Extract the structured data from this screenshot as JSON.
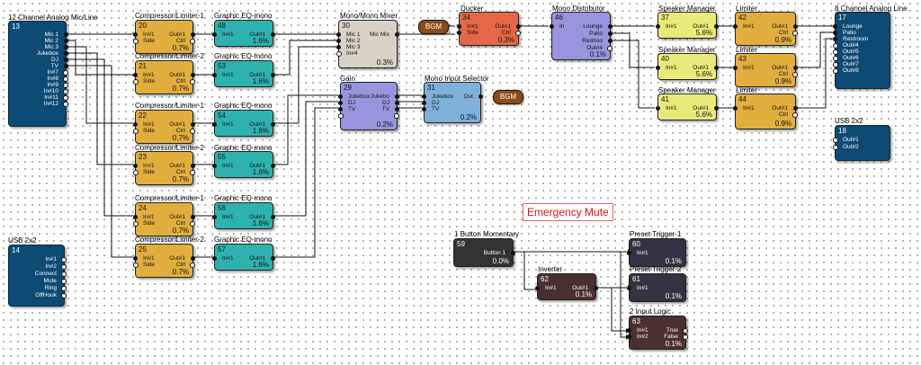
{
  "colors": {
    "analog": "#0d4a74",
    "comp": "#e1ad3c",
    "eq": "#2eb2b0",
    "mixer": "#d8d2c6",
    "ducker": "#e46848",
    "distributor": "#9a93dd",
    "speaker": "#eaea7a",
    "gain": "#9a93dd",
    "selector": "#7fb0dc",
    "usb": "#0d4a74",
    "button": "#333333",
    "logic": "#4a3030",
    "preset": "#333344",
    "bgm": "#8b4c1b",
    "emergency": "#e01010"
  },
  "blocks": {
    "analog_in": {
      "title": "12 Channel Analog Mic/Line",
      "num": "13",
      "outputs": [
        "Mic 1",
        "Mic 2",
        "Mic 3",
        "Jukebox",
        "DJ",
        "TV",
        "In#7",
        "In#8",
        "In#9",
        "In#10",
        "In#11",
        "In#12"
      ]
    },
    "usb_top": {
      "title": "USB 2x2",
      "num": "18",
      "outputs": [
        "Out#1",
        "Out#2"
      ]
    },
    "usb_bot": {
      "title": "USB 2x2",
      "num": "14",
      "outputs": [
        "In#1",
        "In#2",
        "Connect",
        "Mute",
        "Ring",
        "OffHook"
      ]
    },
    "comp1": {
      "title": "Compressor/Limiter-1",
      "num": "20",
      "in": [
        "In#1",
        "Side"
      ],
      "out": [
        "Out#1",
        "Ctrl"
      ],
      "val": "0.7%"
    },
    "comp2": {
      "title": "Compressor/Limiter-2",
      "num": "21",
      "in": [
        "In#1",
        "Side"
      ],
      "out": [
        "Out#1",
        "Ctrl"
      ],
      "val": "0.7%"
    },
    "comp3": {
      "title": "Compressor/Limiter-1",
      "num": "22",
      "in": [
        "In#1",
        "Side"
      ],
      "out": [
        "Out#1",
        "Ctrl"
      ],
      "val": "0.7%"
    },
    "comp4": {
      "title": "Compressor/Limiter-2",
      "num": "23",
      "in": [
        "In#1",
        "Side"
      ],
      "out": [
        "Out#1",
        "Ctrl"
      ],
      "val": "0.7%"
    },
    "comp5": {
      "title": "Compressor/Limiter-1",
      "num": "24",
      "in": [
        "In#1",
        "Side"
      ],
      "out": [
        "Out#1",
        "Ctrl"
      ],
      "val": "0.7%"
    },
    "comp6": {
      "title": "Compressor/Limiter-2",
      "num": "25",
      "in": [
        "In#1",
        "Side"
      ],
      "out": [
        "Out#1",
        "Ctrl"
      ],
      "val": "0.7%"
    },
    "eq1": {
      "title": "Graphic EQ-mono",
      "num": "48",
      "in": "In#1",
      "out": "Out#1",
      "val": "1.6%"
    },
    "eq2": {
      "title": "Graphic EQ-mono",
      "num": "53",
      "in": "In#1",
      "out": "Out#1",
      "val": "1.6%"
    },
    "eq3": {
      "title": "Graphic EQ-mono",
      "num": "54",
      "in": "In#1",
      "out": "Out#1",
      "val": "1.6%"
    },
    "eq4": {
      "title": "Graphic EQ-mono",
      "num": "55",
      "in": "In#1",
      "out": "Out#1",
      "val": "1.6%"
    },
    "eq5": {
      "title": "Graphic EQ-mono",
      "num": "56",
      "in": "In#1",
      "out": "Out#1",
      "val": "1.6%"
    },
    "eq6": {
      "title": "Graphic EQ-mono",
      "num": "57",
      "in": "In#1",
      "out": "Out#1",
      "val": "1.6%"
    },
    "mixer": {
      "title": "Mono/Mono Mixer",
      "num": "30",
      "in": [
        "Mic 1",
        "Mic 2",
        "Mic 3",
        "In#4"
      ],
      "out": "Mic Mix",
      "val": "0.3%"
    },
    "gain": {
      "title": "Gain",
      "num": "29",
      "in": [
        "Jukebox",
        "DJ",
        "TV",
        ""
      ],
      "out": [
        "Jukebo",
        "DJ",
        "TV",
        ""
      ],
      "val": "0.2%"
    },
    "selector": {
      "title": "Mono Input Selector",
      "num": "31",
      "in": [
        "Jukebox",
        "DJ",
        "TV"
      ],
      "out": "Out",
      "val": "0.2%"
    },
    "ducker": {
      "title": "Ducker",
      "num": "34",
      "in": [
        "In#1",
        "Side"
      ],
      "out": [
        "Out#1",
        "Ctrl"
      ],
      "val": "0.3%"
    },
    "distributor": {
      "title": "Mono Distributor",
      "num": "46",
      "in": "In",
      "out": [
        "Lounge",
        "Patio",
        "Restroo",
        "Out#4"
      ],
      "val": "0.1%"
    },
    "spk1": {
      "title": "Speaker Manager",
      "num": "37",
      "in": "In#1",
      "out": "Out#1",
      "val": "5.6%"
    },
    "spk2": {
      "title": "Speaker Manager",
      "num": "40",
      "in": "In#1",
      "out": "Out#1",
      "val": "5.6%"
    },
    "spk3": {
      "title": "Speaker Manager",
      "num": "41",
      "in": "In#1",
      "out": "Out#1",
      "val": "5.6%"
    },
    "lim1": {
      "title": "Limiter",
      "num": "42",
      "in": "In#1",
      "out": [
        "Out#1",
        "Ctrl"
      ],
      "val": "0.9%"
    },
    "lim2": {
      "title": "Limiter",
      "num": "43",
      "in": "In#1",
      "out": [
        "Out#1",
        "Ctrl"
      ],
      "val": "0.9%"
    },
    "lim3": {
      "title": "Limiter",
      "num": "44",
      "in": "In#1",
      "out": [
        "Out#1",
        "Ctrl"
      ],
      "val": "0.9%"
    },
    "analog_out": {
      "title": "8 Channel Analog Line",
      "num": "17",
      "in": [
        "Lounge",
        "Patio",
        "Restroom",
        "Out#4",
        "Out#5",
        "Out#6",
        "Out#7",
        "Out#8"
      ]
    },
    "button": {
      "title": "1 Button Momentary",
      "num": "59",
      "out": "Button 1",
      "val": "0.0%"
    },
    "inverter": {
      "title": "Inverter",
      "num": "62",
      "in": "In#1",
      "out": "Out#1",
      "val": "0.1%"
    },
    "preset1": {
      "title": "Preset Trigger-1",
      "num": "60",
      "in": "In#1",
      "val": "0.1%"
    },
    "preset2": {
      "title": "Preset Trigger-2",
      "num": "61",
      "in": "In#1",
      "val": "0.1%"
    },
    "logic": {
      "title": "2 Input Logic",
      "num": "63",
      "in": [
        "In#1",
        "In#2"
      ],
      "out": [
        "True",
        "False"
      ],
      "val": "0.1%"
    }
  },
  "tags": {
    "bgm_in": "BGM",
    "bgm_out": "BGM"
  },
  "emergency_label": "Emergency Mute"
}
